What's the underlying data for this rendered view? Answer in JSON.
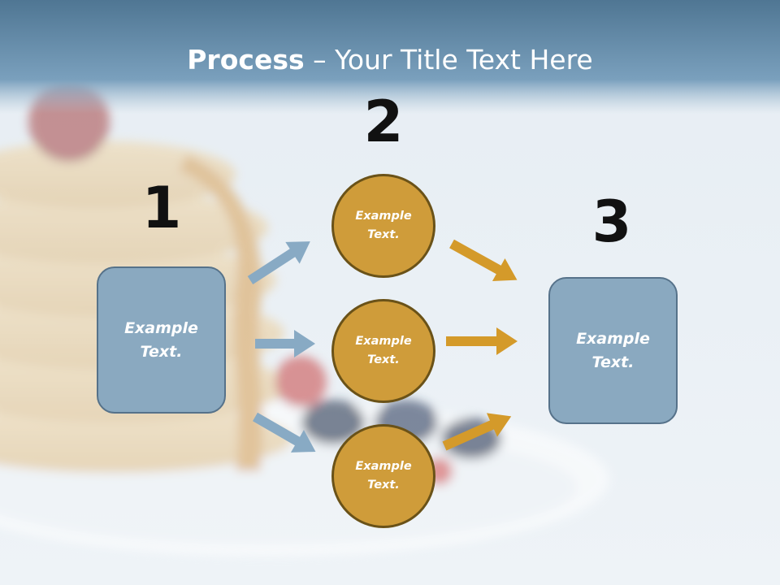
{
  "title": {
    "bold": "Process",
    "rest": " – Your Title Text Here"
  },
  "steps": [
    {
      "number": "1",
      "text": "Example Text."
    },
    {
      "number": "2",
      "items": [
        "Example Text.",
        "Example Text.",
        "Example Text."
      ]
    },
    {
      "number": "3",
      "text": "Example Text."
    }
  ],
  "colors": {
    "box_fill": "#8aa9c0",
    "box_border": "#56728a",
    "circle_fill": "#cf9c3a",
    "circle_border": "#6a5218",
    "blue_arrow": "#88aac4",
    "gold_arrow": "#d49a2a",
    "header_band": "#6f98b7"
  }
}
